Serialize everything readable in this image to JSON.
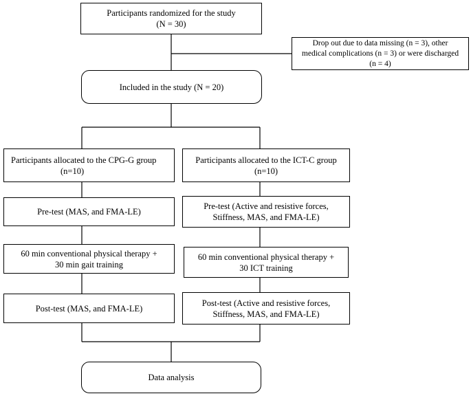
{
  "flowchart": {
    "randomized": {
      "line1": "Participants randomized for the study",
      "line2": "(N = 30)"
    },
    "dropout": {
      "line1": "Drop out due to data missing (n = 3), other",
      "line2": "medical complications (n = 3) or were discharged",
      "line3": "(n = 4)"
    },
    "included": {
      "label": "Included in the study (N = 20)"
    },
    "left_branch": {
      "allocation_line1": "Participants allocated to the CPG-G group",
      "allocation_line2": "(n=10)",
      "pretest": "Pre-test (MAS, and FMA-LE)",
      "intervention_line1": "60 min conventional physical therapy +",
      "intervention_line2": "30 min gait training",
      "posttest": "Post-test (MAS, and FMA-LE)"
    },
    "right_branch": {
      "allocation_line1": "Participants allocated to the ICT-C group",
      "allocation_line2": "(n=10)",
      "pretest_line1": "Pre-test (Active and resistive forces,",
      "pretest_line2": "Stiffness, MAS, and FMA-LE)",
      "intervention_line1": "60 min conventional physical therapy +",
      "intervention_line2": "30 ICT training",
      "posttest_line1": "Post-test  (Active and resistive forces,",
      "posttest_line2": "Stiffness, MAS, and FMA-LE)"
    },
    "analysis": {
      "label": "Data analysis"
    }
  }
}
